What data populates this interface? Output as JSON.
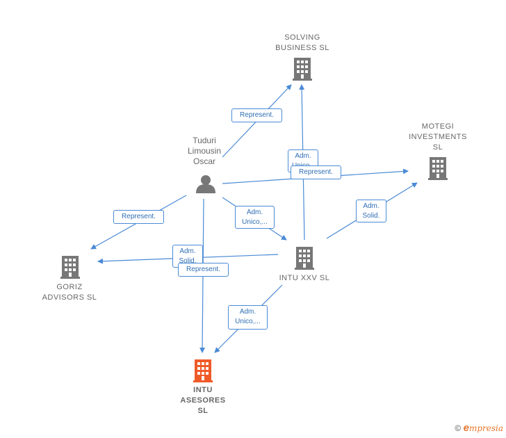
{
  "nodes": {
    "solving": {
      "label": "SOLVING\nBUSINESS  SL",
      "icon": "building-icon"
    },
    "motegi": {
      "label": "MOTEGI\nINVESTMENTS\nSL",
      "icon": "building-icon"
    },
    "tuduri": {
      "label": "Tuduri\nLimousin\nOscar",
      "icon": "person-icon"
    },
    "goriz": {
      "label": "GORIZ\nADVISORS  SL",
      "icon": "building-icon"
    },
    "intu_xxv": {
      "label": "INTU XXV  SL",
      "icon": "building-icon"
    },
    "intu_asesores": {
      "label": "INTU\nASESORES\nSL",
      "icon": "building-icon"
    }
  },
  "edges": {
    "tuduri_solving": "Represent.",
    "intu_solving": "Adm.\nUnico,...",
    "tuduri_motegi": "Represent.",
    "intu_motegi": "Adm.\nSolid.",
    "tuduri_intu": "Adm.\nUnico,...",
    "tuduri_goriz": "Represent.",
    "intu_goriz": "Adm.\nSolid.",
    "tuduri_asesores": "Represent.",
    "intu_asesores": "Adm.\nUnico,..."
  },
  "colors": {
    "edge": "#4a8ad6",
    "building": "#777777",
    "focus_building": "#f05a28",
    "person": "#777777"
  },
  "footer": {
    "copyright": "©",
    "brand_e": "e",
    "brand_rest": "mpresia"
  }
}
